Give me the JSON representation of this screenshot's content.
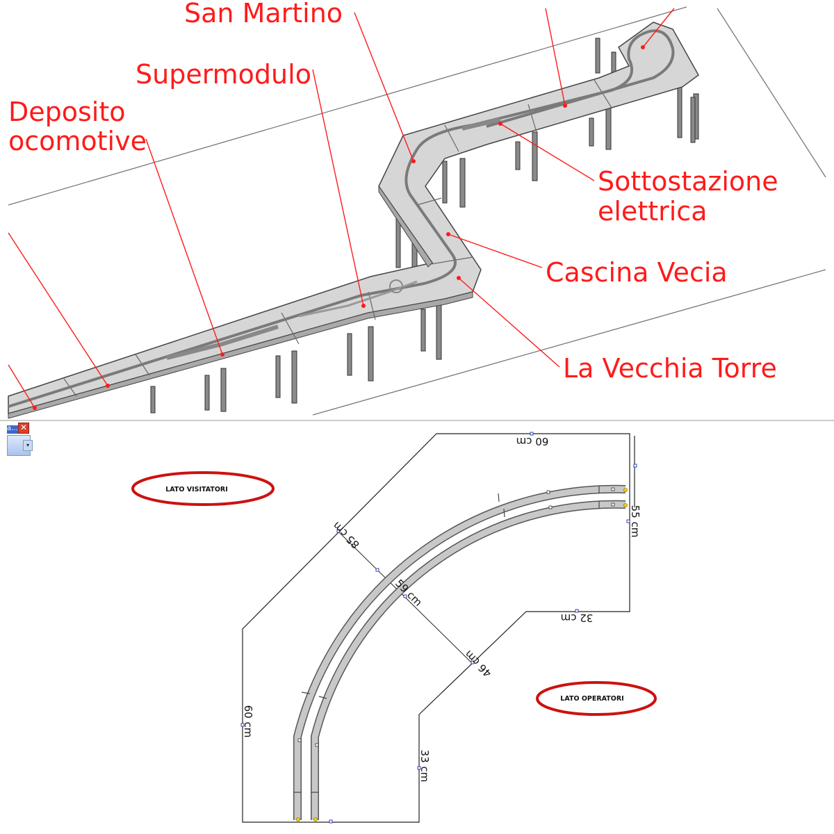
{
  "callouts": {
    "san_martino": "San Martino",
    "supermodulo": "Supermodulo",
    "deposito_1": "Deposito",
    "deposito_2": "ocomotive",
    "sottostazione_1": "Sottostazione",
    "sottostazione_2": "elettrica",
    "cascina": "Cascina Vecia",
    "torre": "La Vecchia Torre"
  },
  "plan": {
    "lato_visitatori": "LATO VISITATORI",
    "lato_operatori": "LATO OPERATORI",
    "dims": {
      "top": "60 cm",
      "right": "55 cm",
      "diag_outer": "85 cm",
      "radius": "59 cm",
      "inner_top": "32 cm",
      "diag_inner": "46 cm",
      "left": "60 cm",
      "inner_left": "33 cm"
    }
  },
  "ui": {
    "close_glyph": "✕",
    "dropdown_arrow": "▾",
    "strip_label": "a..."
  },
  "colors": {
    "callout_red": "#ff1a1a",
    "module_fill": "#d6d6d6",
    "badge_red": "#cc1111",
    "track_fill": "#c8c8c8"
  }
}
